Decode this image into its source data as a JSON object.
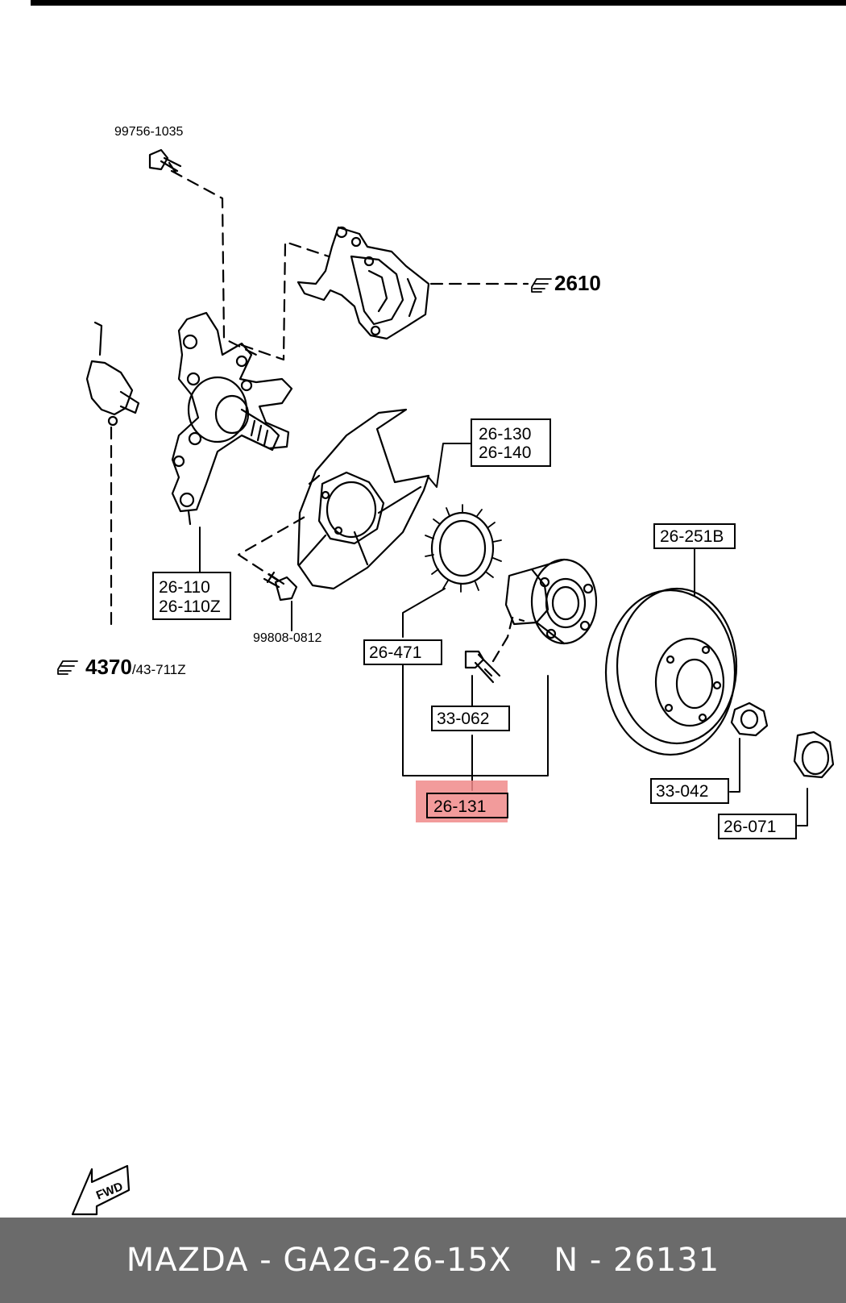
{
  "labels": {
    "bolt_top": "99756-1035",
    "caliper_ref": "2610",
    "backing_plate": [
      "26-130",
      "26-140"
    ],
    "disc": "26-251B",
    "knuckle": [
      "26-110",
      "26-110Z"
    ],
    "bolt_small": "99808-0812",
    "sensor_ring": "26-471",
    "hub_bolt": "33-062",
    "hub_assembly": "26-131",
    "nut": "33-042",
    "cap": "26-071",
    "abs_ref_main": "4370",
    "abs_ref_sub": "/43-711Z",
    "fwd": "FWD"
  },
  "highlight_color": "#f08a8a",
  "footer": {
    "brand_part": "MAZDA - GA2G-26-15X",
    "part_number": "N - 26131"
  }
}
